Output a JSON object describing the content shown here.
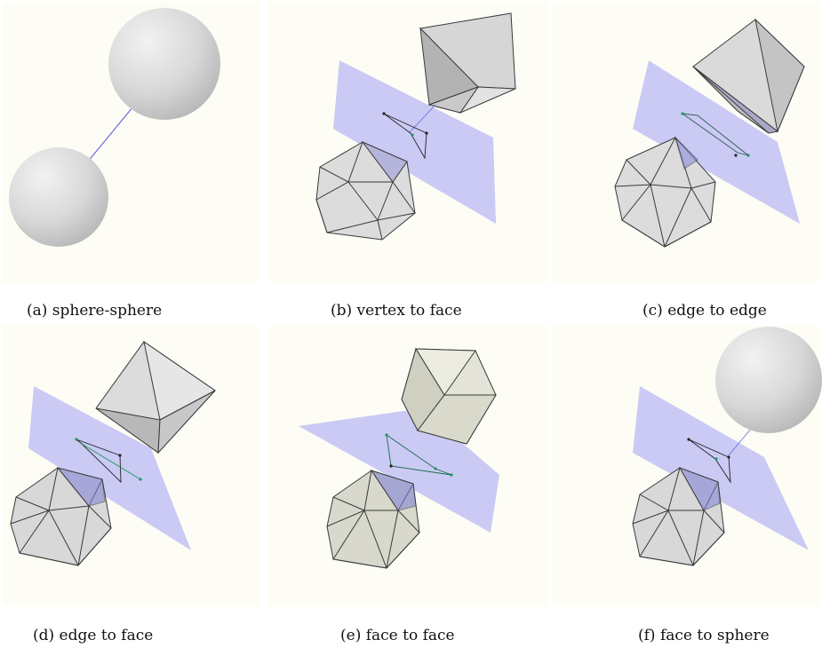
{
  "figure": {
    "panels": [
      {
        "id": "a",
        "caption": "(a) sphere-sphere"
      },
      {
        "id": "b",
        "caption": "(b) vertex to face"
      },
      {
        "id": "c",
        "caption": "(c) edge to edge"
      },
      {
        "id": "d",
        "caption": "(d) edge to face"
      },
      {
        "id": "e",
        "caption": "(e) face to face"
      },
      {
        "id": "f",
        "caption": "(f) face to sphere"
      }
    ]
  },
  "colors": {
    "shape_fill": "#d9d9d9",
    "shape_edge": "#3a3a3a",
    "separating_plane": "#b8b8f4",
    "connector": "#6a6ae0",
    "contact_points": "#1a9a5a",
    "background_glow": "#fbfbee"
  }
}
